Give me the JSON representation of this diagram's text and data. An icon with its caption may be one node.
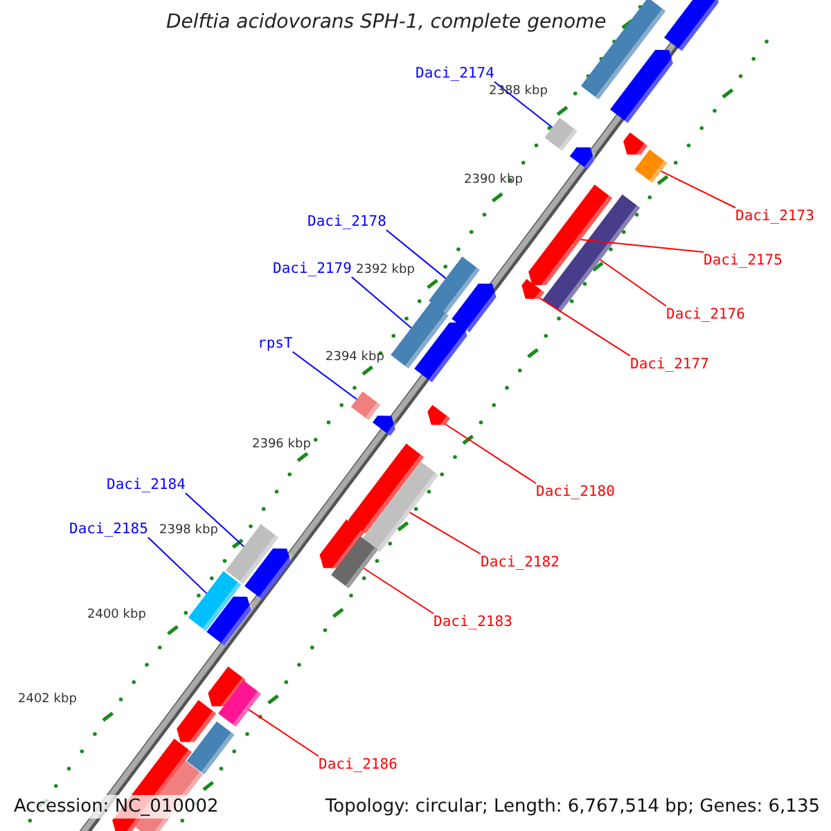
{
  "diagram": {
    "title": "Delftia acidovorans SPH-1, complete genome",
    "nodes": [
      {
        "text": [
          "Daci_2174"
        ]
      },
      {
        "text": [
          "Daci_2173"
        ]
      },
      {
        "text": [
          "Daci_2178"
        ]
      },
      {
        "text": [
          "Daci_2175"
        ]
      },
      {
        "text": [
          "Daci_2179"
        ]
      },
      {
        "text": [
          "Daci_2176"
        ]
      },
      {
        "text": [
          "rpsT"
        ]
      },
      {
        "text": [
          "Daci_2177"
        ]
      },
      {
        "text": [
          "Daci_2184"
        ]
      },
      {
        "text": [
          "Daci_2180"
        ]
      },
      {
        "text": [
          "Daci_2185"
        ]
      },
      {
        "text": [
          "Daci_2182"
        ]
      },
      {
        "text": [
          "Daci_2183"
        ]
      },
      {
        "text": [
          "Daci_2186"
        ]
      },
      {
        "text": [],
        "shape": "bar"
      },
      {
        "text": [],
        "shape": "bar"
      },
      {
        "text": [],
        "shape": "bar"
      },
      {
        "text": [],
        "shape": "bar"
      },
      {
        "text": [],
        "shape": "bar"
      },
      {
        "text": [],
        "shape": "bar"
      },
      {
        "text": [],
        "shape": "bar"
      },
      {
        "text": [],
        "shape": "bar"
      },
      {
        "text": [],
        "shape": "bar"
      },
      {
        "text": [],
        "shape": "bar"
      },
      {
        "text": [],
        "shape": "bar"
      },
      {
        "text": [],
        "shape": "bar"
      },
      {
        "text": [],
        "shape": "bar"
      },
      {
        "text": [],
        "shape": "bar"
      },
      {
        "text": [],
        "shape": "bar"
      },
      {
        "text": [],
        "shape": "bar"
      },
      {
        "text": [],
        "shape": "bar"
      },
      {
        "text": [],
        "shape": "bar"
      },
      {
        "text": [],
        "shape": "bar"
      },
      {
        "text": [],
        "shape": "bar"
      },
      {
        "text": [],
        "shape": "bar"
      },
      {
        "text": [],
        "shape": "bar"
      },
      {
        "text": [],
        "shape": "bar"
      },
      {
        "text": [],
        "shape": "bar"
      },
      {
        "text": [],
        "shape": "bar"
      },
      {
        "text": [],
        "shape": "bar"
      },
      {
        "text": [],
        "shape": "bar"
      },
      {
        "text": [],
        "shape": "bar"
      },
      {
        "text": [],
        "shape": "bar"
      },
      {
        "text": [],
        "shape": "bar"
      },
      {
        "text": [],
        "shape": "bar"
      }
    ],
    "edges": [
      {
        "from": 0,
        "to": 17,
        "arrow": "none",
        "color": "#0000ff"
      },
      {
        "from": 1,
        "to": 20,
        "arrow": "none"
      },
      {
        "from": 2,
        "to": 23,
        "arrow": "none",
        "color": "#0000ff"
      },
      {
        "from": 3,
        "to": 21,
        "arrow": "none"
      },
      {
        "from": 4,
        "to": 26,
        "arrow": "none",
        "color": "#0000ff"
      },
      {
        "from": 5,
        "to": 22,
        "arrow": "none"
      },
      {
        "from": 6,
        "to": 28,
        "arrow": "none",
        "color": "#0000ff"
      },
      {
        "from": 7,
        "to": 24,
        "arrow": "none"
      },
      {
        "from": 8,
        "to": 33,
        "arrow": "none",
        "color": "#0000ff"
      },
      {
        "from": 9,
        "to": 29,
        "arrow": "none"
      },
      {
        "from": 10,
        "to": 37,
        "arrow": "none",
        "color": "#0000ff"
      },
      {
        "from": 11,
        "to": 32,
        "arrow": "none"
      },
      {
        "from": 12,
        "to": 35,
        "arrow": "none"
      },
      {
        "from": 13,
        "to": 40,
        "arrow": "none"
      }
    ],
    "labels": [
      "2388 kbp",
      "2390 kbp",
      "2392 kbp",
      "2394 kbp",
      "2396 kbp",
      "2398 kbp",
      "2400 kbp",
      "2402 kbp",
      "Accession: NC_010002",
      "Topology: circular; Length: 6,767,514 bp; Genes: 6,135"
    ]
  }
}
